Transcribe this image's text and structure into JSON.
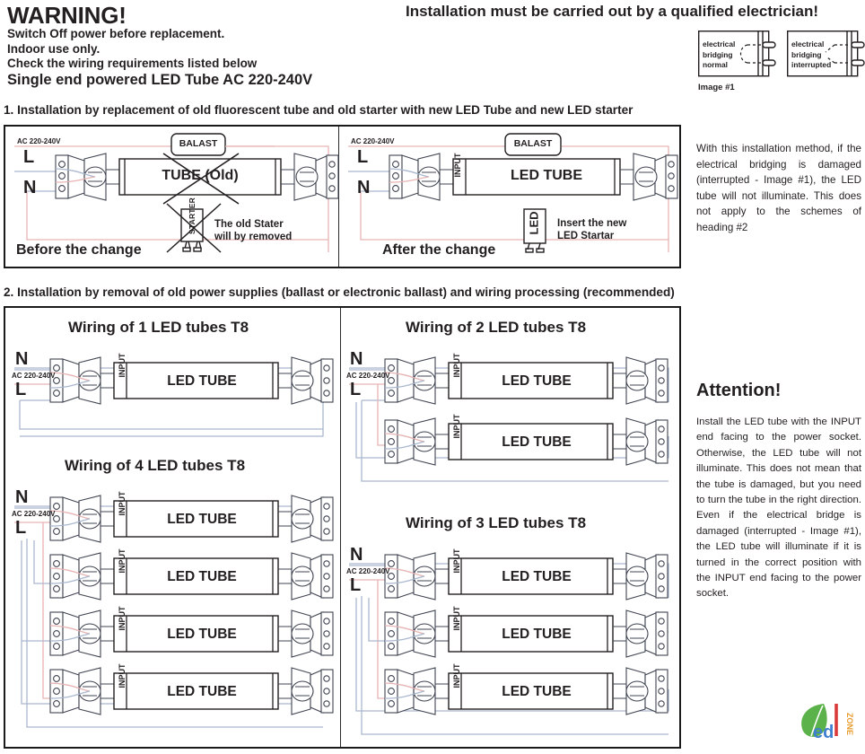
{
  "header": {
    "warning_title": "WARNING!",
    "warning_lines": [
      "Switch Off power before replacement.",
      "Indoor use only.",
      "Check the wiring requirements listed below"
    ],
    "product_line": "Single end powered LED Tube AC 220-240V",
    "qualified_notice": "Installation must be carried out by a qualified electrician!"
  },
  "bridging_figure": {
    "caption": "Image #1",
    "left": {
      "line1": "electrical",
      "line2": "bridging",
      "line3": "normal"
    },
    "right": {
      "line1": "electrical",
      "line2": "bridging",
      "line3": "interrupted"
    }
  },
  "section1": {
    "heading": "1. Installation by replacement of old fluorescent tube and old starter with new LED Tube and new LED starter",
    "before": {
      "caption": "Before the change",
      "ac_label": "AC 220-240V",
      "live_label": "L",
      "neutral_label": "N",
      "ballast_label": "BALAST",
      "tube_label": "TUBE (Old)",
      "starter_label": "STARTER",
      "note_line1": "The old Stater",
      "note_line2": "will by removed"
    },
    "after": {
      "caption": "After the change",
      "ac_label": "AC 220-240V",
      "live_label": "L",
      "neutral_label": "N",
      "ballast_label": "BALAST",
      "tube_label": "LED TUBE",
      "input_label": "INPUT",
      "starter_label": "LED",
      "note_line1": "Insert the new",
      "note_line2": "LED Startar"
    },
    "side_note": "With this installation method, if the electrical bridging is damaged (interrupted - Image #1), the LED tube will not illuminate.  This does not apply to the schemes of heading #2"
  },
  "section2": {
    "heading": "2. Installation by removal of old power supplies (ballast or electronic ballast) and wiring processing (recommended)",
    "diagrams": [
      {
        "title": "Wiring of 1 LED tubes T8",
        "tubes": 1
      },
      {
        "title": "Wiring of 2 LED tubes T8",
        "tubes": 2
      },
      {
        "title": "Wiring of 4 LED tubes T8",
        "tubes": 4
      },
      {
        "title": "Wiring of 3 LED tubes T8",
        "tubes": 3
      }
    ],
    "labels": {
      "ac_label": "AC 220-240V",
      "live_label": "L",
      "neutral_label": "N",
      "tube_label": "LED TUBE",
      "input_label": "INPUT"
    },
    "attention_title": "Attention!",
    "attention_body": "Install the LED tube with the INPUT end facing to the power socket. Otherwise, the LED tube will not illuminate. This does not mean that the tube is damaged, but you need to turn the tube in the right direction.    Even if the electrical bridge is damaged (interrupted - Image #1), the LED tube will illuminate if it is turned in the correct position with the INPUT end facing to the power socket."
  },
  "logo": {
    "text_ed": "ed",
    "text_l": "L",
    "text_zone": "ZONE",
    "color_leaf": "#5cb24a",
    "color_ed": "#3f7fd0",
    "color_l": "#d83a3a",
    "color_zone": "#e89a2c"
  },
  "colors": {
    "ink": "#231f20",
    "wire_neutral": "#aab8cf",
    "wire_live": "#e7b4b4",
    "line": "#3f4450"
  }
}
